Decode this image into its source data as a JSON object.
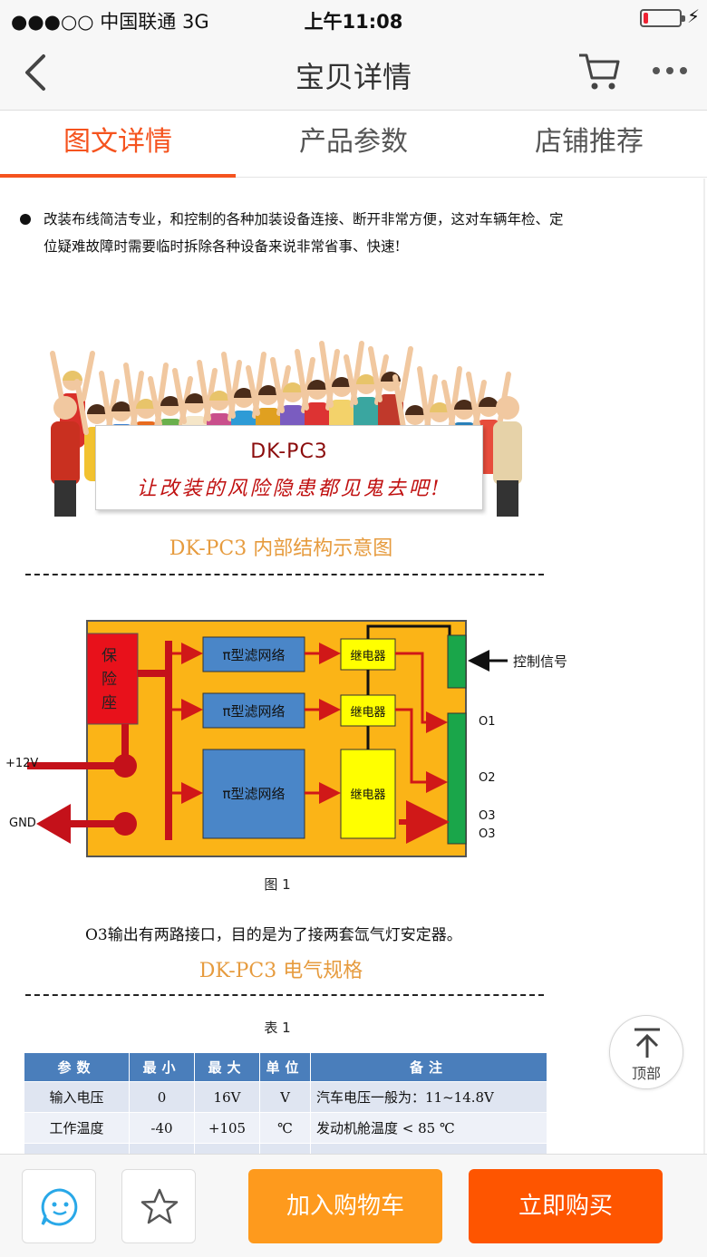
{
  "status_bar": {
    "carrier": "●●●○○ 中国联通  3G",
    "time": "上午11:08",
    "battery_level": 0.12
  },
  "nav": {
    "title": "宝贝详情"
  },
  "tabs": [
    {
      "label": "图文详情",
      "active": true
    },
    {
      "label": "产品参数",
      "active": false
    },
    {
      "label": "店铺推荐",
      "active": false
    }
  ],
  "content": {
    "intro": "改装布线简洁专业，和控制的各种加装设备连接、断开非常方便，这对车辆年检、定位疑难故障时需要临时拆除各种设备来说非常省事、快速!",
    "banner_line1": "DK-PC3",
    "banner_line2": "让改装的风险隐患都见鬼去吧!",
    "section1_title": "DK-PC3 内部结构示意图",
    "diagram": {
      "fuse_label": "保险座",
      "filter_label": "π型滤网络",
      "relay_label": "继电器",
      "control_signal": "控制信号",
      "plus12v": "+12V",
      "gnd": "GND",
      "outputs": [
        "O1",
        "O2",
        "O3",
        "O3"
      ]
    },
    "figure_caption": "图 1",
    "note": "O3输出有两路接口，目的是为了接两套氙气灯安定器。",
    "section2_title": "DK-PC3 电气规格",
    "table_caption": "表 1",
    "table": {
      "headers": [
        "参数",
        "最小",
        "最大",
        "单位",
        "备注"
      ],
      "rows": [
        [
          "输入电压",
          "0",
          "16V",
          "V",
          "汽车电压一般为：11~14.8V"
        ],
        [
          "工作温度",
          "-40",
          "+105",
          "℃",
          "发动机舱温度 < 85 ℃"
        ]
      ]
    },
    "back_to_top": "顶部"
  },
  "bottom_bar": {
    "add_to_cart": "加入购物车",
    "buy_now": "立即购买"
  },
  "colors": {
    "accent": "#f5531e",
    "cart_button": "#fe9a1d",
    "buy_button": "#fe5500",
    "section_title": "#e69b3e",
    "table_header": "#4a7ebb"
  }
}
